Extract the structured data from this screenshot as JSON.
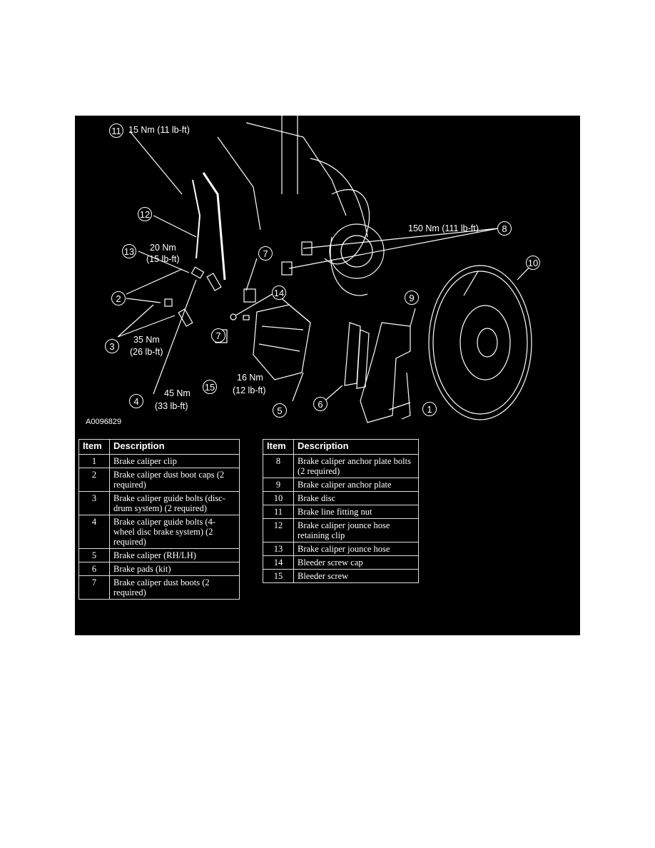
{
  "diagram": {
    "figure_id": "A0096829",
    "callouts": [
      {
        "n": "11",
        "torque": "15 Nm (11 lb-ft)"
      },
      {
        "n": "12"
      },
      {
        "n": "13",
        "torque_nm": "20 Nm",
        "torque_lbft": "(15 lb-ft)"
      },
      {
        "n": "2"
      },
      {
        "n": "3",
        "torque_nm": "35 Nm",
        "torque_lbft": "(26 lb-ft)"
      },
      {
        "n": "4",
        "torque_nm": "45 Nm",
        "torque_lbft": "(33 lb-ft)"
      },
      {
        "n": "7"
      },
      {
        "n": "14"
      },
      {
        "n": "7"
      },
      {
        "n": "15",
        "torque_nm": "16 Nm",
        "torque_lbft": "(12 lb-ft)"
      },
      {
        "n": "5"
      },
      {
        "n": "6"
      },
      {
        "n": "1"
      },
      {
        "n": "9"
      },
      {
        "n": "10"
      },
      {
        "n": "8",
        "torque": "150 Nm (111 lb-ft)"
      }
    ]
  },
  "tables": {
    "header": {
      "item": "Item",
      "description": "Description"
    },
    "left": [
      {
        "item": "1",
        "description": "Brake caliper clip"
      },
      {
        "item": "2",
        "description": "Brake caliper dust boot caps (2 required)"
      },
      {
        "item": "3",
        "description": "Brake caliper guide bolts (disc-drum system) (2 required)"
      },
      {
        "item": "4",
        "description": "Brake caliper guide bolts (4-wheel disc brake system) (2 required)"
      },
      {
        "item": "5",
        "description": "Brake caliper (RH/LH)"
      },
      {
        "item": "6",
        "description": "Brake pads (kit)"
      },
      {
        "item": "7",
        "description": "Brake caliper dust boots (2 required)"
      }
    ],
    "right": [
      {
        "item": "8",
        "description": "Brake caliper anchor plate bolts (2 required)"
      },
      {
        "item": "9",
        "description": "Brake caliper anchor plate"
      },
      {
        "item": "10",
        "description": "Brake disc"
      },
      {
        "item": "11",
        "description": "Brake line fitting nut"
      },
      {
        "item": "12",
        "description": "Brake caliper jounce hose retaining clip"
      },
      {
        "item": "13",
        "description": "Brake caliper jounce hose"
      },
      {
        "item": "14",
        "description": "Bleeder screw cap"
      },
      {
        "item": "15",
        "description": "Bleeder screw"
      }
    ]
  }
}
